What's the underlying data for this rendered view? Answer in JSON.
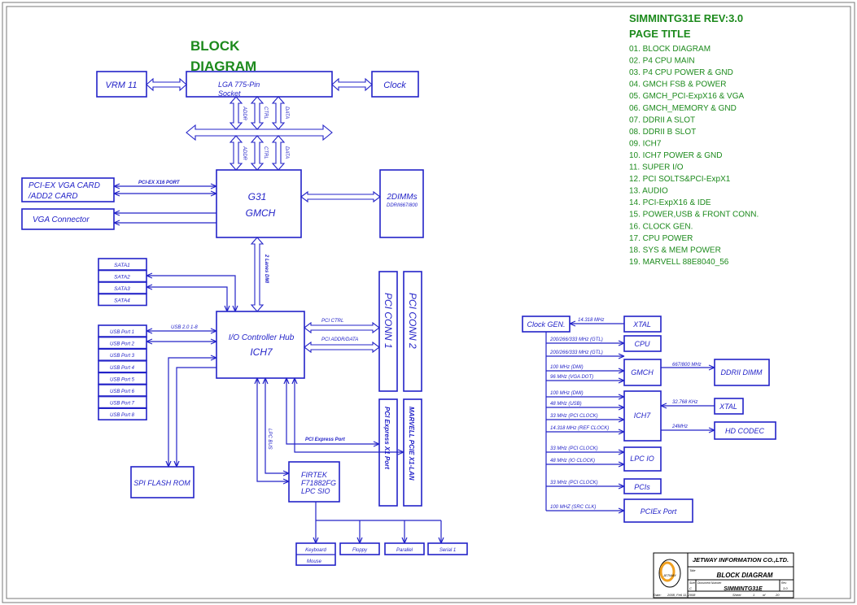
{
  "diagram_title": "BLOCK DIAGRAM",
  "header": {
    "model_rev": "SIMMINTG31E REV:3.0",
    "page_title_label": "PAGE TITLE"
  },
  "page_index": [
    "01. BLOCK DIAGRAM",
    "02. P4 CPU MAIN",
    "03. P4 CPU POWER & GND",
    "04. GMCH FSB & POWER",
    "05. GMCH_PCI-ExpX16 & VGA",
    "06. GMCH_MEMORY & GND",
    "07. DDRII A SLOT",
    "08. DDRII B SLOT",
    "09. ICH7",
    "10. ICH7 POWER & GND",
    "11. SUPER I/O",
    "12. PCI SOLTS&PCI-ExpX1",
    "13. AUDIO",
    "14. PCI-ExpX16 & IDE",
    "15. POWER,USB & FRONT CONN.",
    "16. CLOCK GEN.",
    "17. CPU POWER",
    "18. SYS & MEM POWER",
    "19. MARVELL 88E8040_56"
  ],
  "blocks": {
    "vrm": "VRM 11",
    "cpu_line1": "LGA 775-Pin",
    "cpu_line2": "Socket",
    "clock": "Clock",
    "pciex_line1": "PCI-EX VGA CARD",
    "pciex_line2": "/ADD2 CARD",
    "vga": "VGA Connector",
    "gmch_line1": "G31",
    "gmch_line2": "GMCH",
    "dimm": "2DIMMs",
    "dimm_sub": "DDRII667/800",
    "ich_line1": "I/O Controller Hub",
    "ich_line2": "ICH7",
    "pci1": "PCI CONN 1",
    "pci2": "PCI CONN 2",
    "pcie1": "PCI Express X1 Port",
    "marvell": "MARVELL PCIE X1-LAN",
    "spi": "SPI FLASH ROM",
    "sio_line1": "FIRTEK",
    "sio_line2": "F71882FG",
    "sio_line3": "LPC SIO",
    "kb": "Keyboard",
    "mouse": "Mouse",
    "floppy": "Floppy",
    "parallel": "Parallel",
    "serial": "Serial 1"
  },
  "sata_ports": [
    "SATA1",
    "SATA2",
    "SATA3",
    "SATA4"
  ],
  "usb_ports": [
    "USB Port 1",
    "USB Port 2",
    "USB Port 3",
    "USB Port 4",
    "USB Port 5",
    "USB Port 6",
    "USB Port 7",
    "USB Port 8"
  ],
  "bus_labels": {
    "addr": "ADDR",
    "ctrl": "CTRL",
    "data": "DATA",
    "pciex16": "PCI-EX X16 PORT",
    "dmi": "2 Lanes DMI",
    "usb": "USB 2.0 1-8",
    "pci_ctrl": "PCI CTRL",
    "pci_addr": "PCI ADDR/DATA",
    "lpc": "LPC BUS",
    "pcie_port": "PCI Express Port"
  },
  "clock_tree": {
    "gen": "Clock GEN.",
    "xtal1": "XTAL",
    "xtal1_freq": "14.318 MHz",
    "cpu": "CPU",
    "gmch": "GMCH",
    "ddr": "DDRII DIMM",
    "ddr_freq": "667/800 MHz",
    "ich": "ICH7",
    "xtal2": "XTAL",
    "xtal2_freq": "32.768 KHz",
    "hd": "HD CODEC",
    "hd_freq": "24MHz",
    "lpc": "LPC IO",
    "pcis": "PCIs",
    "pciex": "PCIEx Port",
    "sig": [
      "200/266/333 MHz (GTL)",
      "200/266/333 MHz (GTL)",
      "100 MHz (DMI)",
      "96 MHz (VGA DOT)",
      "100 MHz (DMI)",
      "48 MHz (USB)",
      "33 MHz (PCI CLOCK)",
      "14.318 MHz (REF CLOCK)",
      "33 MHz (PCI CLOCK)",
      "48 MHz (IO CLOCK)",
      "33 MHz (PCI CLOCK)",
      "100 MHZ (SRC CLK)"
    ]
  },
  "title_block": {
    "company": "JETWAY INFORMATION CO.,LTD.",
    "title_label": "Title",
    "title": "BLOCK DIAGRAM",
    "doc_label": "Document Number",
    "doc_no": "SIMMINTG31E",
    "size_label": "Size",
    "size": "C",
    "rev_label": "Rev",
    "rev": "3.0",
    "date_label": "Date:",
    "date": "2008, Fe6 11, 2008",
    "sheet_label": "Sheet",
    "sheet": "1",
    "of": "of",
    "total": "20",
    "logo": "JETWAY"
  }
}
